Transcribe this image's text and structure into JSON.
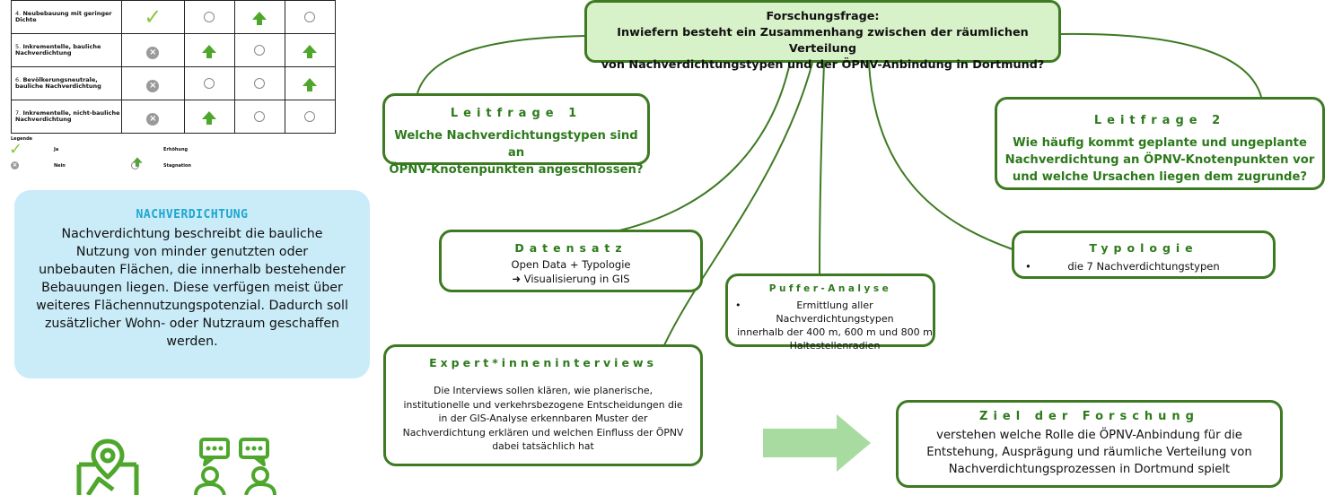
{
  "table": {
    "rows": [
      {
        "num": "4.",
        "label": "Neubebauung mit geringer Dichte",
        "cells": [
          "check",
          "circle",
          "arrow-up",
          "circle"
        ]
      },
      {
        "num": "5.",
        "label": "Inkrementelle, bauliche Nachverdichtung",
        "cells": [
          "x",
          "arrow-up",
          "circle",
          "arrow-up"
        ]
      },
      {
        "num": "6.",
        "label": "Bevölkerungsneutrale, bauliche Nachverdichtung",
        "cells": [
          "x",
          "circle",
          "circle",
          "arrow-up"
        ]
      },
      {
        "num": "7.",
        "label": "Inkrementelle, nicht-bauliche Nachverdichtung",
        "cells": [
          "x",
          "arrow-up",
          "circle",
          "circle"
        ]
      }
    ]
  },
  "legend": {
    "title": "Legende",
    "ja": "Ja",
    "nein": "Nein",
    "erhoehung": "Erhöhung",
    "stagnation": "Stagnation"
  },
  "infobox": {
    "title": "NACHVERDICHTUNG",
    "text": "Nachverdichtung beschreibt die bauliche Nutzung von minder genutzten oder unbebauten Flächen, die innerhalb bestehender Bebauungen liegen. Diese verfügen meist über weiteres Flächennutzungspotenzial. Dadurch soll zusätzlicher Wohn- oder Nutzraum geschaffen werden."
  },
  "research": {
    "heading": "Forschungsfrage:",
    "line1": "Inwiefern besteht ein Zusammenhang zwischen der räumlichen Verteilung",
    "line2": "von Nachverdichtungstypen und der ÖPNV-Anbindung in Dortmund?"
  },
  "leitfrage1": {
    "title": "Leitfrage 1",
    "line1": "Welche Nachverdichtungstypen sind an",
    "line2": "ÖPNV-Knotenpunkten angeschlossen?"
  },
  "leitfrage2": {
    "title": "Leitfrage 2",
    "line1": "Wie häufig kommt geplante und ungeplante",
    "line2": "Nachverdichtung an ÖPNV-Knotenpunkten vor",
    "line3": "und welche Ursachen liegen dem zugrunde?"
  },
  "datensatz": {
    "title": "Datensatz",
    "line1": "Open Data + Typologie",
    "line2": "➜ Visualisierung in GIS"
  },
  "typologie": {
    "title": "Typologie",
    "item": "die 7 Nachverdichtungstypen"
  },
  "puffer": {
    "title": "Puffer-Analyse",
    "line1": "Ermittlung aller Nachverdichtungstypen",
    "line2": "innerhalb der 400 m, 600 m und 800 m",
    "line3": "Haltestellenradien"
  },
  "experten": {
    "title": "Expert*inneninterviews",
    "line1": "Die Interviews sollen klären, wie planerische,",
    "line2": "institutionelle und verkehrsbezogene Entscheidungen die",
    "line3": "in der GIS-Analyse erkennbaren Muster der",
    "line4": "Nachverdichtung erklären und welchen Einfluss der ÖPNV",
    "line5": "dabei tatsächlich hat"
  },
  "ziel": {
    "title": "Ziel der Forschung",
    "line1": "verstehen welche Rolle die ÖPNV-Anbindung für die",
    "line2": "Entstehung, Ausprägung und räumliche Verteilung von",
    "line3": "Nachverdichtungsprozessen in Dortmund spielt"
  },
  "colors": {
    "green_dark": "#3d7a22",
    "green_text": "#2d7a1c",
    "research_fill": "#d7f1c8",
    "info_fill": "#c9ecf8",
    "info_title": "#1ea6cf",
    "arrow_fill": "#a8dba0"
  },
  "icons": [
    "map-location-icon",
    "interview-people-icon",
    "check-icon",
    "x-circle-icon",
    "arrow-up-icon",
    "circle-icon",
    "big-right-arrow-icon"
  ]
}
